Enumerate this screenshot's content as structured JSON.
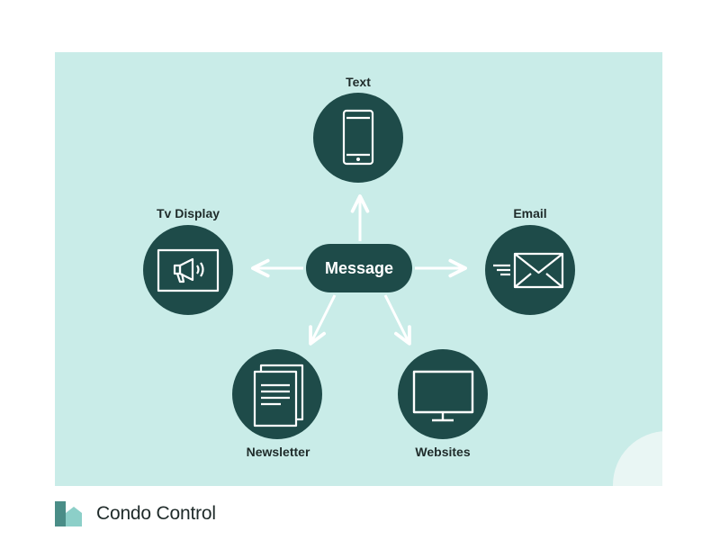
{
  "diagram": {
    "center": "Message",
    "nodes": [
      {
        "id": "text",
        "label": "Text",
        "icon": "smartphone-icon"
      },
      {
        "id": "email",
        "label": "Email",
        "icon": "envelope-icon"
      },
      {
        "id": "websites",
        "label": "Websites",
        "icon": "monitor-icon"
      },
      {
        "id": "newsletter",
        "label": "Newsletter",
        "icon": "documents-icon"
      },
      {
        "id": "tv",
        "label": "Tv Display",
        "icon": "tv-megaphone-icon"
      }
    ],
    "edges": [
      {
        "from": "Message",
        "to": "Text"
      },
      {
        "from": "Message",
        "to": "Email"
      },
      {
        "from": "Message",
        "to": "Websites"
      },
      {
        "from": "Message",
        "to": "Newsletter"
      },
      {
        "from": "Message",
        "to": "Tv Display"
      }
    ]
  },
  "brand": {
    "name": "Condo Control",
    "icon": "condo-control-logo"
  },
  "colors": {
    "panel": "#c9ece8",
    "node": "#1e4b49",
    "arrow": "#ffffff",
    "text": "#1f2b2a",
    "logo_dark": "#4a8d87",
    "logo_light": "#8ccfc8"
  }
}
